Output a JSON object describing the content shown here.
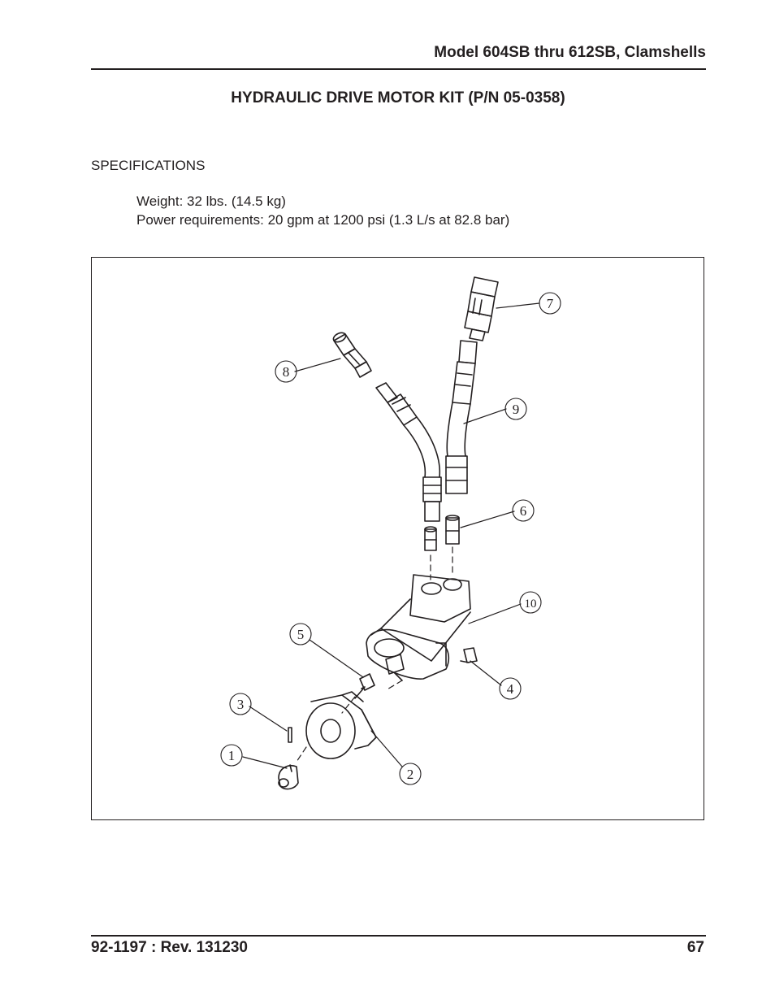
{
  "header": {
    "title": "Model 604SB thru 612SB, Clamshells"
  },
  "section": {
    "title": "HYDRAULIC DRIVE MOTOR KIT (P/N 05-0358)"
  },
  "specifications": {
    "heading": "SPECIFICATIONS",
    "weight": "Weight: 32 lbs. (14.5 kg)",
    "power": "Power requirements: 20 gpm at 1200 psi (1.3 L/s at 82.8 bar)"
  },
  "figure": {
    "callouts": [
      "1",
      "2",
      "3",
      "4",
      "5",
      "6",
      "7",
      "8",
      "9",
      "10"
    ]
  },
  "footer": {
    "doc_number": "92-1197 : Rev. 131230",
    "page_number": "67"
  }
}
